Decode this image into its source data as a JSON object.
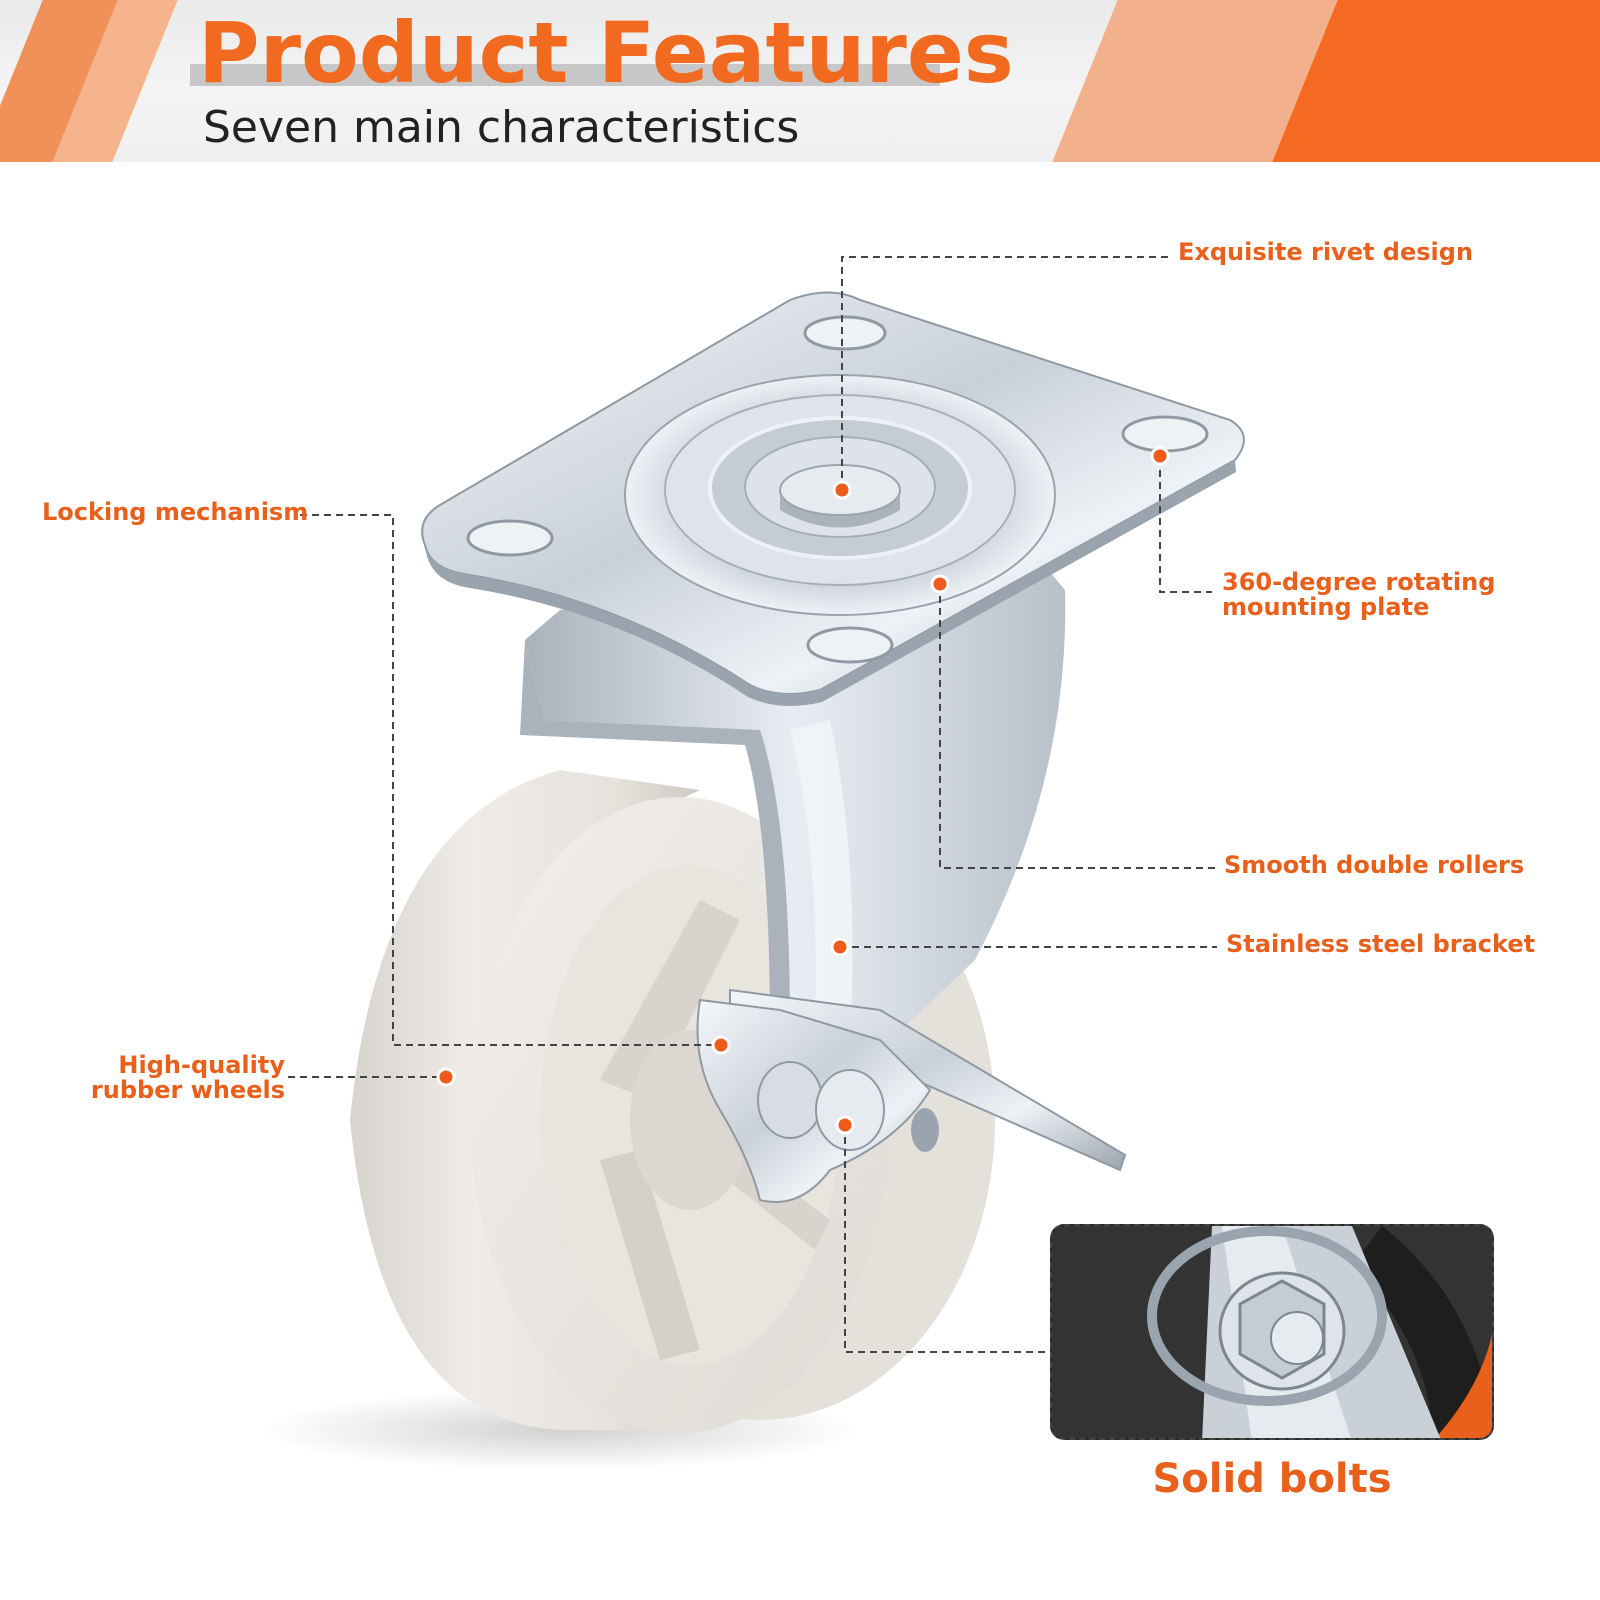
{
  "header": {
    "title": "Product Features",
    "subtitle": "Seven main characteristics"
  },
  "features": {
    "rivet": "Exquisite rivet design",
    "locking": "Locking mechanism",
    "rotating_line1": "360-degree rotating",
    "rotating_line2": "mounting plate",
    "rollers": "Smooth double rollers",
    "bracket": "Stainless steel bracket",
    "wheels_line1": "High-quality",
    "wheels_line2": "rubber wheels",
    "bolts": "Solid bolts"
  },
  "colors": {
    "accent": "#e8601c",
    "header_orange": "#f46a22",
    "dark_text": "#222222"
  }
}
